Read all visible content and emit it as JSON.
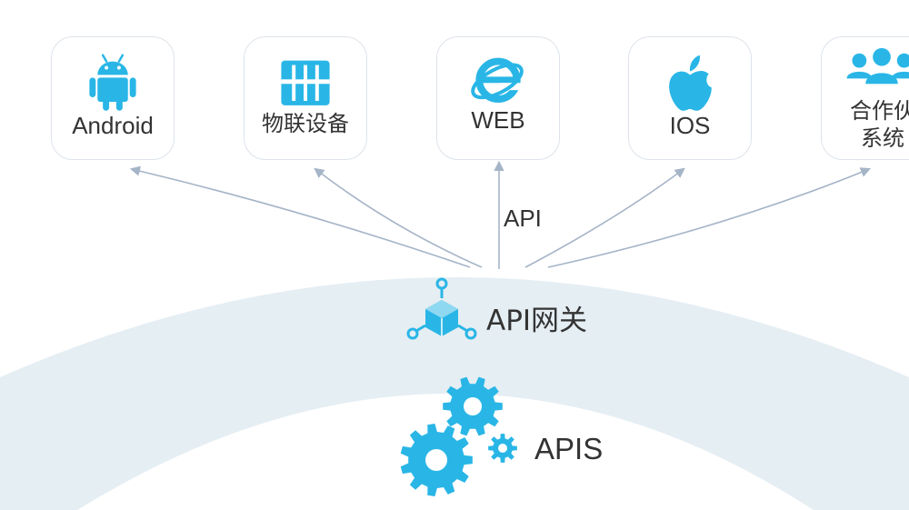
{
  "colors": {
    "accent": "#29b6e6",
    "arc": "#e5eef3",
    "arrow": "#a5b4c7",
    "text": "#333333",
    "card_border": "#dde3ea"
  },
  "clients": [
    {
      "label": "Android",
      "icon": "android-icon"
    },
    {
      "label": "物联设备",
      "icon": "iot-device-icon"
    },
    {
      "label": "WEB",
      "icon": "ie-browser-icon"
    },
    {
      "label": "IOS",
      "icon": "apple-icon"
    },
    {
      "label_lines": [
        "合作伙",
        "系统"
      ],
      "icon": "partner-users-icon"
    }
  ],
  "edge_label": "API",
  "gateway": {
    "label": "API网关",
    "icon": "cube-hub-icon"
  },
  "apis": {
    "label": "APIS",
    "icon": "gears-icon"
  }
}
